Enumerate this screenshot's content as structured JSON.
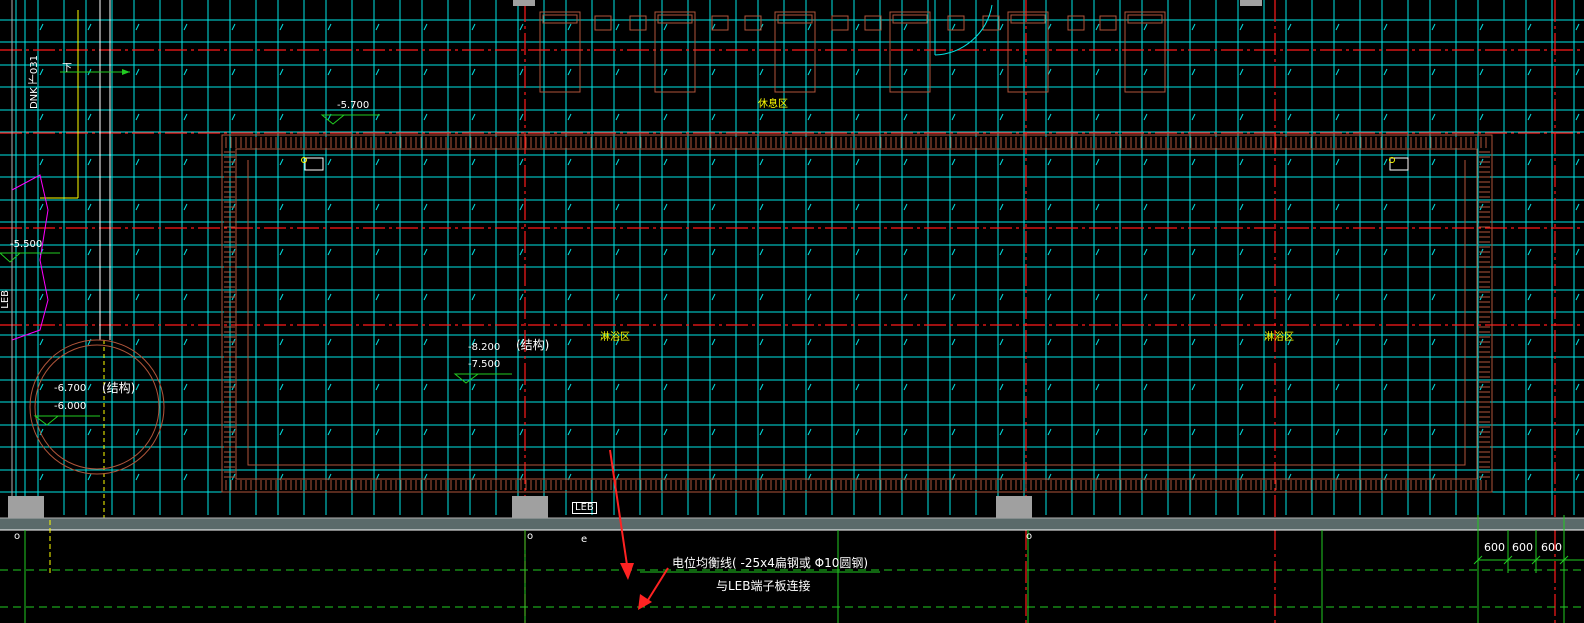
{
  "drawing": {
    "colors": {
      "background": "#000000",
      "grid_axis": "#ff1a1a",
      "rebar": "#00e5e5",
      "wall": "#b0553a",
      "dim_line": "#22cc22",
      "zone_text": "#ffff00",
      "annotation_arrow": "#ff2222",
      "pipe": "#ff00ff",
      "slab_edge": "#b0b0b0"
    },
    "zone_labels": {
      "rest_area": "休息区",
      "shower_left": "淋浴区",
      "shower_right": "淋浴区"
    },
    "elevations": {
      "e1": "-5.700",
      "e2": "-5.500",
      "e3": "-8.200",
      "e4": "-7.500",
      "e5": "-6.700",
      "e6": "-6.000"
    },
    "structure_tags": {
      "s1": "(结构)",
      "s2": "(结构)"
    },
    "left_vertical_text": {
      "t1": "DNK 下031",
      "t2": "LEB"
    },
    "top_arrow_label": "下",
    "leb_tag": "LEB",
    "axis_markers": {
      "a1": "o",
      "a2": "o",
      "a3": "e",
      "a4": "o"
    },
    "note": {
      "line1": "电位均衡线(  -25x4扁钢或 Φ10圆钢)",
      "line2": "与LEB端子板连接"
    },
    "dimensions": [
      "600",
      "600",
      "600"
    ]
  }
}
